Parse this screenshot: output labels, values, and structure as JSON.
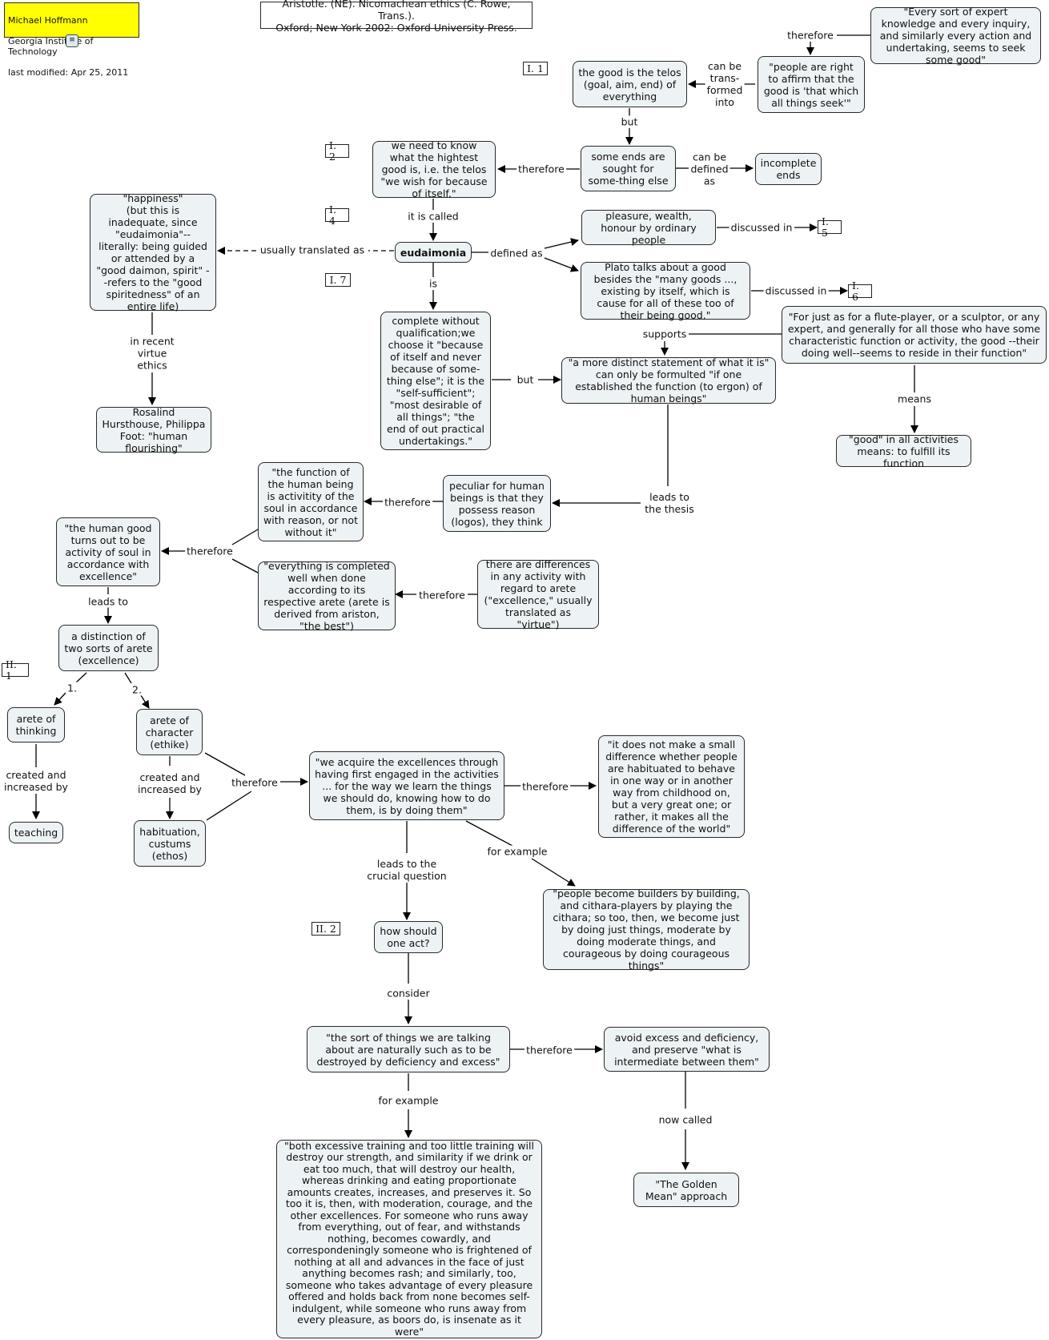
{
  "meta": {
    "author": "Michael Hoffmann",
    "institution": "Georgia Institute of Technology",
    "modified": "last modified: Apr 25, 2011",
    "note_icon": "note-icon"
  },
  "source": "Aristotle. (NE). Nicomachean ethics  (C. Rowe, Trans.).\nOxford; New York 2002: Oxford University Press.",
  "section_tags": [
    "I. 1",
    "I. 2",
    "I. 4",
    "I. 7",
    "I. 5",
    "I. 6",
    "II. 1",
    "II. 2"
  ],
  "nodes": {
    "every_sort": "\"Every sort of expert knowledge and every inquiry, and similarly every action and undertaking, seems to seek some good\"",
    "people_right": "\"people are right to affirm that the good is 'that which all things seek'\"",
    "good_telos": "the good is the telos (goal, aim, end) of everything",
    "some_ends": "some ends are sought for some-thing else",
    "incomplete_ends": "incomplete ends",
    "need_to_know": "we need to know what the hightest good is, i.e. the telos \"we wish for because of itself.\"",
    "happiness": "\"happiness\"\n(but this is inadequate, since \"eudaimonia\"--literally: being guided or attended by a \"good daimon, spirit\" --refers to the \"good spiritedness\" of an entire life)",
    "eudaimonia": "eudaimonia",
    "pleasure": "pleasure, wealth, honour by ordinary people",
    "plato": "Plato talks about a good besides the \"many goods ..., existing by itself, which is cause for all of these too of their being good.\"",
    "flute_player": "\"For just as for a flute-player, or a sculptor, or any expert, and generally for all those who have some characteristic function or activity, the good --their doing well--seems to reside in their function\"",
    "good_activities": "\"good\" in all activities means: to fulfill its function",
    "complete": "complete without qualification;we choose it \"because of itself and never because of some-thing else\"; it is the \"self-sufficient\"; \"most desirable of all things\"; \"the end of out practical undertakings.\"",
    "distinct_statement": "\"a more distinct statement of what it is\" can only be formulted \"if one established the function  (to ergon) of human beings\"",
    "hursthouse": "Rosalind Hursthouse, Philippa Foot: \"human flourishing\"",
    "function_human": "\"the function of the human being is activitity of the soul in accordance with reason, or not without it\"",
    "peculiar": "peculiar for human beings is that they possess reason (logos), they think",
    "human_good": "\"the human good turns out to be activity of soul in accordance with excellence\"",
    "everything_completed": "\"everything is completed well when done according to its respective arete (arete is derived from ariston, \"the best\")",
    "differences": "there are differences in any activity with regard to arete (\"excellence,\" usually translated as \"virtue\")",
    "distinction": "a distinction of two sorts of arete (excellence)",
    "arete_thinking": "arete of thinking",
    "arete_character": "arete of character (ethike)",
    "teaching": "teaching",
    "habituation": "habituation, custums (ethos)",
    "we_acquire": "\"we acquire the excellences through having first engaged in the activities ... for the way we learn the things we should do, knowing how to do them, is by doing them\"",
    "small_difference": "\"it does not make a small difference whether people are habituated to behave in one way or in another way from childhood on, but a very great one; or rather, it makes all the difference of the world\"",
    "builders": "\"people become builders by building, and cithara-players by playing the cithara; so too, then, we become just by doing just things, moderate by doing moderate things, and courageous by doing courageous things\"",
    "how_act": "how should one act?",
    "sort_of_things": "\"the sort of things we are talking about are naturally such as to be destroyed by deficiency and excess\"",
    "avoid_excess": "avoid excess and deficiency, and preserve \"what is intermediate between them\"",
    "golden_mean": "\"The Golden Mean\" approach",
    "training": "\"both excessive training and too little training will destroy our strength, and similarity if we drink or eat too much, that will destroy our health, whereas drinking and eating proportionate amounts creates, increases, and preserves it. So too it is, then, with moderation, courage, and the other excellences. For someone who runs away from everything, out of fear, and withstands nothing, becomes cowardly, and correspondeningly someone who is frightened of nothing at all and advances in the face of just anything becomes rash; and similarly, too, someone who takes advantage of every pleasure offered and holds back from none becomes self-indulgent, while someone who runs away from every pleasure, as boors do, is insenate as it were\""
  },
  "links": {
    "therefore_top": "therefore",
    "can_be_transformed": "can be\ntrans-\nformed\ninto",
    "but_1": "but",
    "can_be_defined": "can be\ndefined\nas",
    "therefore_2": "therefore",
    "it_is_called": "it is called",
    "usually_translated": "usually translated as",
    "defined_as": "defined as",
    "discussed_in_1": "discussed in",
    "discussed_in_2": "discussed in",
    "is": "is",
    "supports": "supports",
    "but_2": "but",
    "means": "means",
    "in_recent": "in recent\nvirtue\nethics",
    "leads_to_thesis": "leads to\nthe thesis",
    "therefore_3": "therefore",
    "therefore_4": "therefore",
    "therefore_5": "therefore",
    "leads_to": "leads to",
    "one": "1.",
    "two": "2.",
    "created_1": "created and\nincreased by",
    "created_2": "created and\nincreased by",
    "therefore_6": "therefore",
    "therefore_7": "therefore",
    "leads_crucial": "leads to the\ncrucial question",
    "for_example_1": "for example",
    "consider": "consider",
    "therefore_8": "therefore",
    "for_example_2": "for example",
    "now_called": "now called"
  }
}
